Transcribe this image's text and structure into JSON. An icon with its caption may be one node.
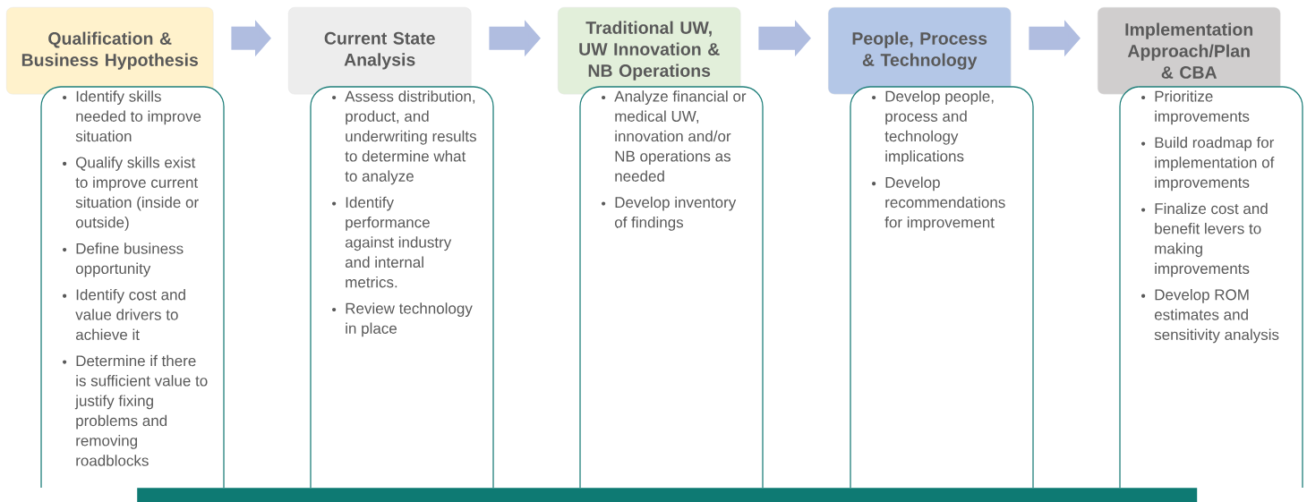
{
  "diagram": {
    "nodes": [
      {
        "text": [
          "Qualification & Business Hypothesis"
        ]
      },
      {
        "text": [
          "Identify skills needed to improve situation",
          "Qualify skills exist to improve current situation (inside or outside)",
          "Define business opportunity",
          "Identify cost and value drivers to achieve it",
          "Determine if there is sufficient value to justify fixing problems and removing roadblocks"
        ]
      },
      {
        "text": [
          "Current State Analysis"
        ]
      },
      {
        "text": [
          "Assess distribution, product, and underwriting results to determine what to analyze",
          "Identify performance against industry and internal metrics.",
          "Review technology in place"
        ]
      },
      {
        "text": [
          "Traditional UW, UW Innovation & NB Operations"
        ]
      },
      {
        "text": [
          "Analyze financial or medical UW, innovation and/or NB operations as needed",
          "Develop inventory of findings"
        ]
      },
      {
        "text": [
          "People, Process & Technology"
        ]
      },
      {
        "text": [
          "Develop people, process and technology implications",
          "Develop recommendations for improvement"
        ]
      },
      {
        "text": [
          "Implementation Approach/Plan & CBA"
        ]
      },
      {
        "text": [
          "Prioritize improvements",
          "Build roadmap for implementation of improvements",
          "Finalize cost and benefit levers to making improvements",
          "Develop ROM estimates and sensitivity analysis"
        ]
      },
      {
        "text": [],
        "shape": "bar"
      }
    ],
    "edges": [
      {
        "from": 0,
        "to": 2,
        "arrow": "to"
      },
      {
        "from": 2,
        "to": 4,
        "arrow": "to"
      },
      {
        "from": 4,
        "to": 6,
        "arrow": "to"
      },
      {
        "from": 6,
        "to": 8,
        "arrow": "to"
      }
    ]
  }
}
